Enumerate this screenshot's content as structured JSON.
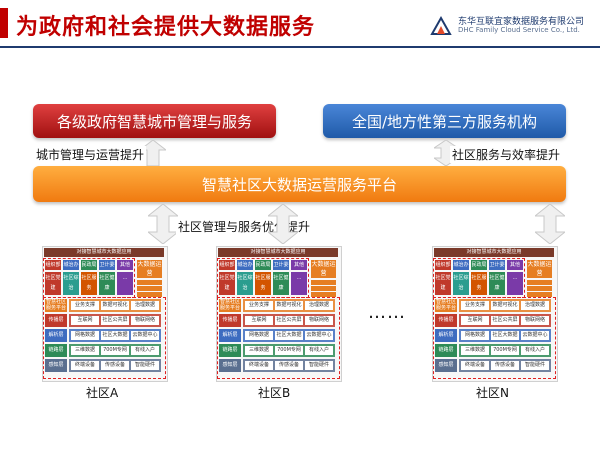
{
  "header": {
    "title": "为政府和社会提供大数据服务",
    "company_cn": "东华互联宜家数据服务有限公司",
    "company_en": "DHC Family Cloud Service Co., Ltd."
  },
  "top_boxes": {
    "government": "各级政府智慧城市管理与服务",
    "third_party": "全国/地方性第三方服务机构"
  },
  "flow_labels": {
    "left": "城市管理与运营提升",
    "right": "社区服务与效率提升",
    "middle": "社区管理与服务优化提升"
  },
  "platform": "智慧社区大数据运营服务平台",
  "panel": {
    "header": "对接智慧城市大数据应用",
    "top_row": [
      "组织部",
      "城治办",
      "民政局",
      "卫计委",
      "其他",
      "大数据运营"
    ],
    "second_row": [
      "社区党建",
      "社区综治",
      "社区服务",
      "社区健康",
      "…"
    ],
    "layers": [
      {
        "name": "智慧社区服务平台",
        "items": [
          "业务支撑",
          "数据可视化",
          "治理数据"
        ]
      },
      {
        "name": "传播层",
        "items": [
          "互联网",
          "社区公共屏",
          "物联网络"
        ]
      },
      {
        "name": "解析层",
        "items": [
          "网格数据",
          "社区大数据",
          "云数据中心"
        ]
      },
      {
        "name": "链路层",
        "items": [
          "三维数据",
          "700M专网",
          "有线入户"
        ]
      },
      {
        "name": "感知层",
        "items": [
          "终端设备",
          "传感设备",
          "智能硬件"
        ]
      }
    ]
  },
  "communities": [
    "社区A",
    "社区B",
    "社区N"
  ],
  "ellipsis": "……",
  "colors": {
    "title_red": "#c00000",
    "gov_red": "#c62020",
    "third_blue": "#2e6cc2",
    "platform_orange": "#f58a1f",
    "navy": "#1f3b6f"
  }
}
